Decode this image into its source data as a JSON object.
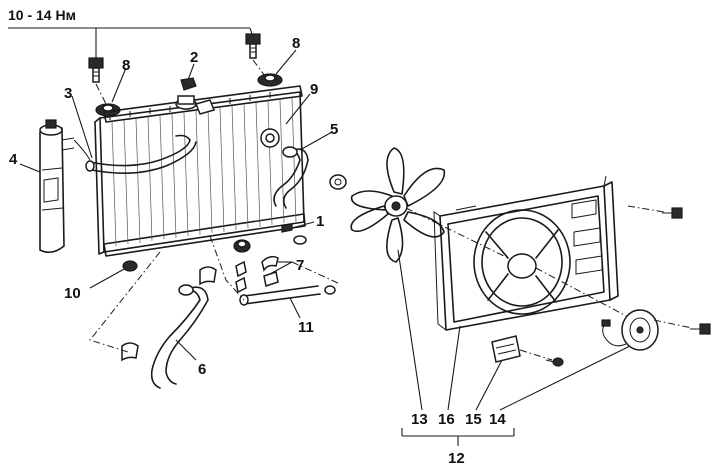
{
  "torque_spec": "10 - 14 Нм",
  "callouts": {
    "c1": "1",
    "c2": "2",
    "c3": "3",
    "c4": "4",
    "c5": "5",
    "c6": "6",
    "c7": "7",
    "c8a": "8",
    "c8b": "8",
    "c9": "9",
    "c10": "10",
    "c11": "11",
    "c12": "12",
    "c13": "13",
    "c14": "14",
    "c15": "15",
    "c16": "16"
  }
}
